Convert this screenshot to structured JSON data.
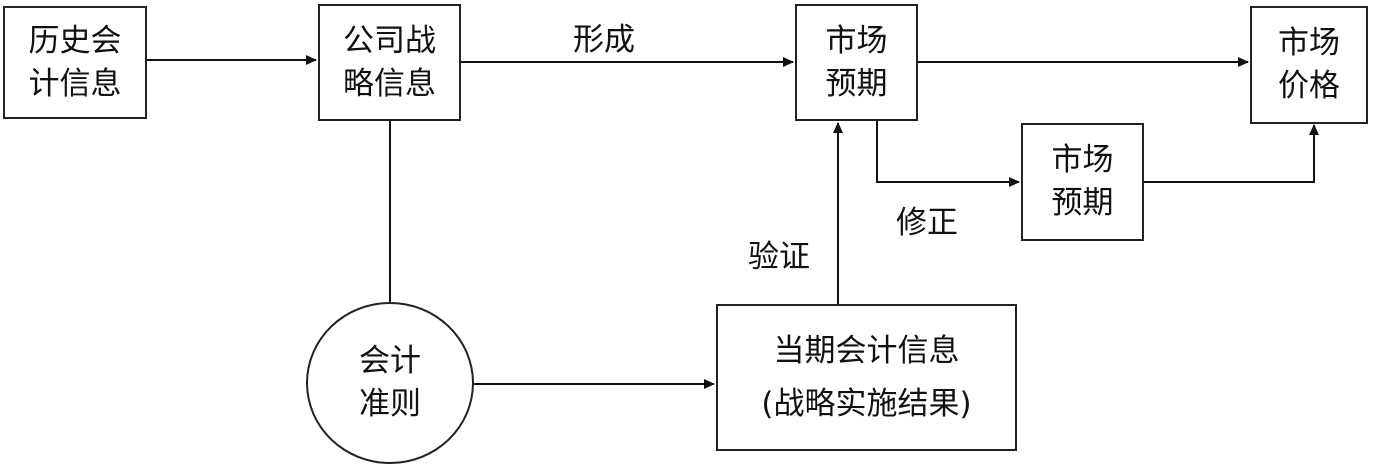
{
  "nodes": {
    "hist": {
      "line1": "历史会",
      "line2": "计信息"
    },
    "strat": {
      "line1": "公司战",
      "line2": "略信息"
    },
    "expect1": {
      "line1": "市场",
      "line2": "预期"
    },
    "price": {
      "line1": "市场",
      "line2": "价格"
    },
    "expect2": {
      "line1": "市场",
      "line2": "预期"
    },
    "standards": {
      "line1": "会计",
      "line2": "准则"
    },
    "current": {
      "line1": "当期会计信息",
      "line2": "(战略实施结果)"
    }
  },
  "edge_labels": {
    "form": "形成",
    "revise": "修正",
    "verify": "验证"
  }
}
